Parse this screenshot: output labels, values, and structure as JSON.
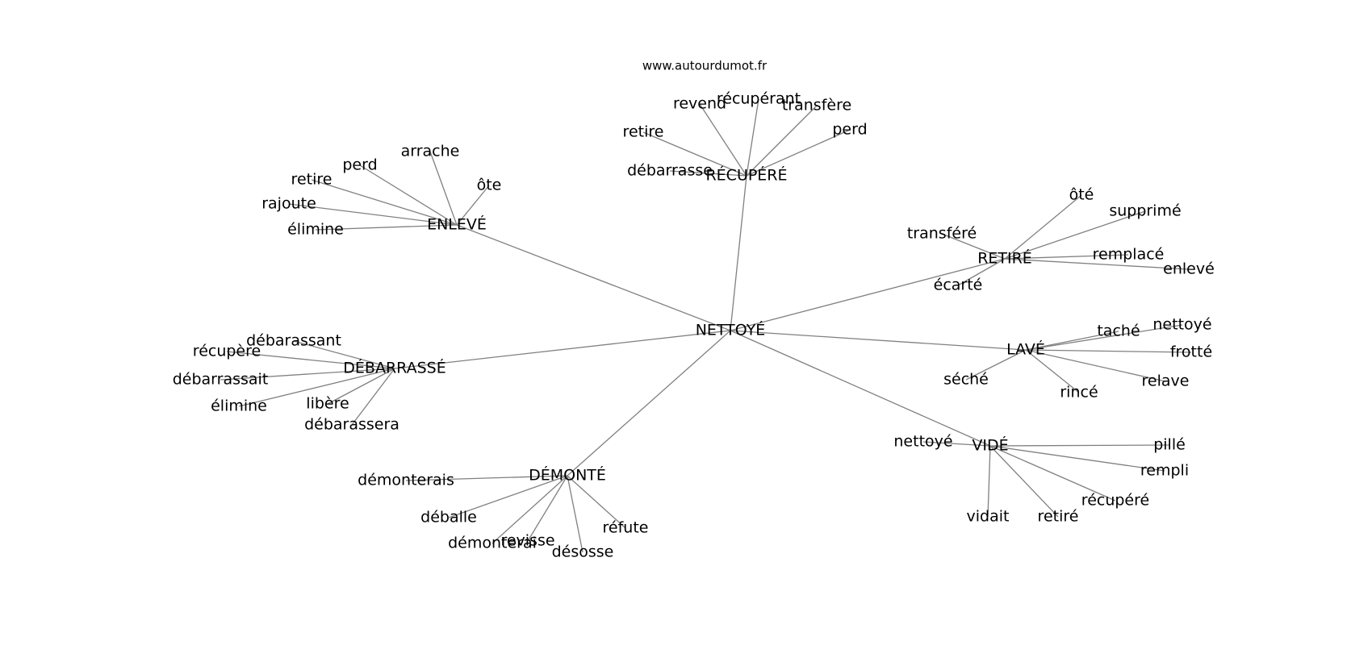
{
  "source": "www.autourdumot.fr",
  "graph": {
    "edge_color": "#808080",
    "root": "NETTOYÉ",
    "hubs": [
      {
        "id": "recupere",
        "label": "RÉCUPÉRÉ",
        "leaves": [
          "revend",
          "récupérant",
          "transfère",
          "retire",
          "perd",
          "débarrasse"
        ]
      },
      {
        "id": "enleve",
        "label": "ENLEVÉ",
        "leaves": [
          "arrache",
          "perd",
          "retire",
          "ôte",
          "rajoute",
          "élimine"
        ]
      },
      {
        "id": "retire",
        "label": "RETIRÉ",
        "leaves": [
          "ôté",
          "supprimé",
          "transféré",
          "remplacé",
          "enlevé",
          "écarté"
        ]
      },
      {
        "id": "lave",
        "label": "LAVÉ",
        "leaves": [
          "taché",
          "nettoyé",
          "frotté",
          "séché",
          "relave",
          "rincé"
        ]
      },
      {
        "id": "debarrasse",
        "label": "DÉBARRASSÉ",
        "leaves": [
          "débarassant",
          "récupère",
          "débarrassait",
          "élimine",
          "libère",
          "débarassera"
        ]
      },
      {
        "id": "vide",
        "label": "VIDÉ",
        "leaves": [
          "nettoyé",
          "pillé",
          "rempli",
          "récupéré",
          "vidait",
          "retiré"
        ]
      },
      {
        "id": "demonte",
        "label": "DÉMONTÉ",
        "leaves": [
          "démonterais",
          "déballe",
          "réfute",
          "démonterai",
          "revisse",
          "désosse"
        ]
      }
    ]
  }
}
